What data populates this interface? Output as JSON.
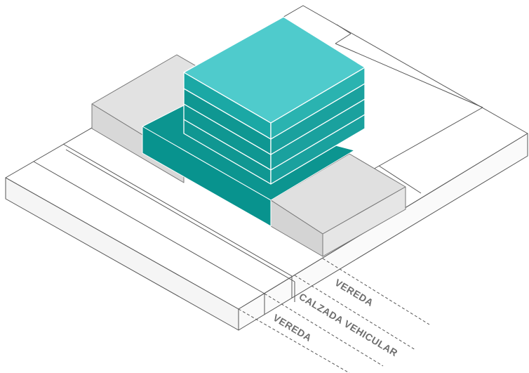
{
  "labels": {
    "vereda_top": "VEREDA",
    "calzada": "CALZADA VEHICULAR",
    "vereda_bottom": "VEREDA"
  },
  "colors": {
    "tower_top": "#4fcbcc",
    "tower_light": "#23a9a7",
    "tower_dark": "#0f9894",
    "podium_side": "#08948f",
    "neighbor_top": "#e0e0e0",
    "neighbor_side": "#d6d6d6",
    "slab_top": "#ffffff",
    "slab_side": "#f4f4f4",
    "line": "#555555",
    "label": "#6e6e6e"
  }
}
